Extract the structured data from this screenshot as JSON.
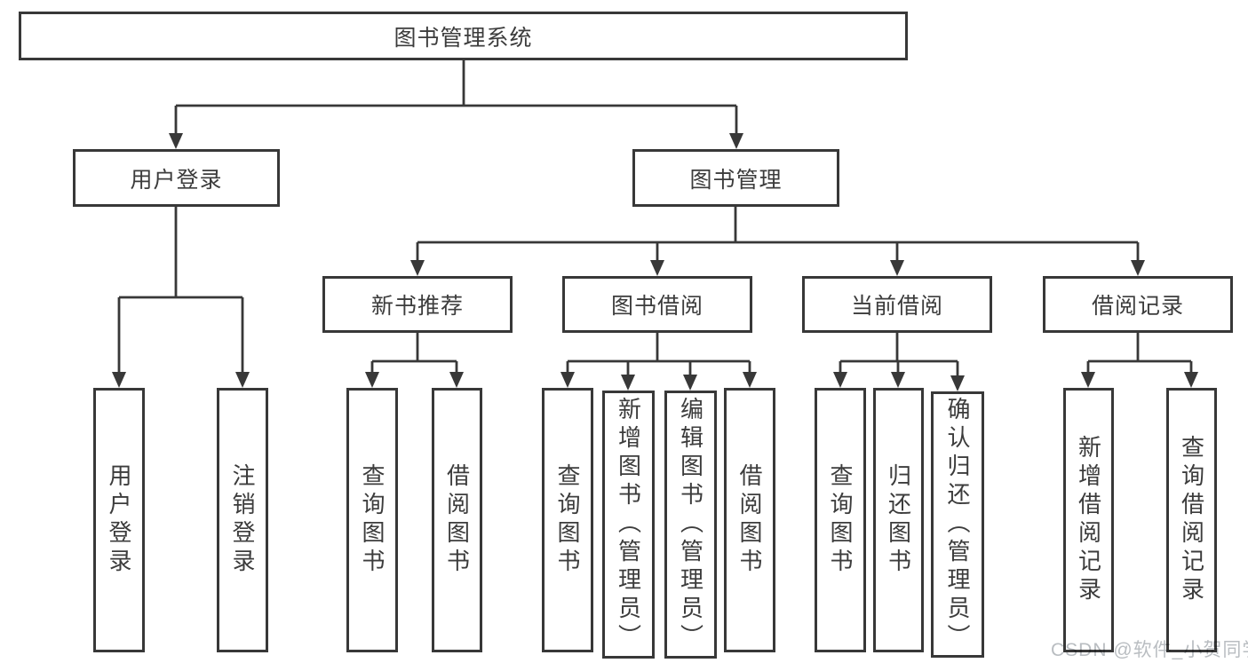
{
  "diagram": {
    "root": {
      "label": "图书管理系统"
    },
    "branches": [
      {
        "label": "用户登录",
        "children": [
          {
            "label": "用户登录"
          },
          {
            "label": "注销登录"
          }
        ]
      },
      {
        "label": "图书管理",
        "children": [
          {
            "label": "新书推荐",
            "children": [
              {
                "label": "查询图书"
              },
              {
                "label": "借阅图书"
              }
            ]
          },
          {
            "label": "图书借阅",
            "children": [
              {
                "label": "查询图书"
              },
              {
                "label": "新增图书（管理员）"
              },
              {
                "label": "编辑图书（管理员）"
              },
              {
                "label": "借阅图书"
              }
            ]
          },
          {
            "label": "当前借阅",
            "children": [
              {
                "label": "查询图书"
              },
              {
                "label": "归还图书"
              },
              {
                "label": "确认归还（管理员）"
              }
            ]
          },
          {
            "label": "借阅记录",
            "children": [
              {
                "label": "新增借阅记录"
              },
              {
                "label": "查询借阅记录"
              }
            ]
          }
        ]
      }
    ]
  },
  "watermark": {
    "text": "CSDN @软件_小贺同学"
  },
  "colors": {
    "line": "#383838",
    "text": "#3c3c3c",
    "background": "#ffffff",
    "watermark": "#b9bdc1"
  }
}
